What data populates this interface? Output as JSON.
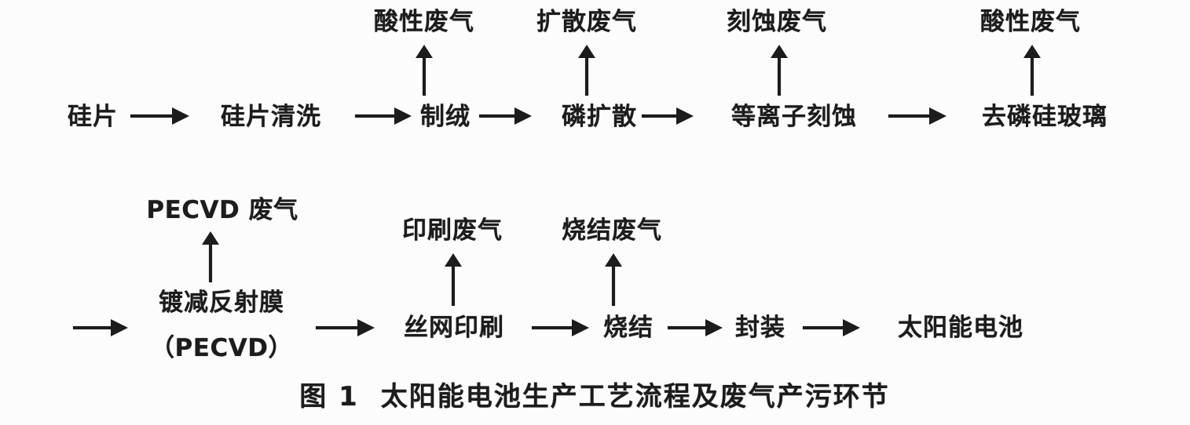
{
  "figure": {
    "type": "process-flow-diagram",
    "caption": {
      "label": "图 1",
      "title": "太阳能电池生产工艺流程及废气产污环节"
    },
    "colors": {
      "background": "#fcfcfc",
      "ink": "#1c1c1c"
    }
  },
  "flow": {
    "row1": {
      "steps": [
        {
          "label": "硅片"
        },
        {
          "label": "硅片清洗"
        },
        {
          "label": "制绒",
          "emission": "酸性废气"
        },
        {
          "label": "磷扩散",
          "emission": "扩散废气"
        },
        {
          "label": "等离子刻蚀",
          "emission": "刻蚀废气"
        },
        {
          "label": "去磷硅玻璃",
          "emission": "酸性废气"
        }
      ]
    },
    "row2": {
      "steps": [
        {
          "label": "镀减反射膜",
          "sublabel": "（PECVD）",
          "emission": "PECVD 废气"
        },
        {
          "label": "丝网印刷",
          "emission": "印刷废气"
        },
        {
          "label": "烧结",
          "emission": "烧结废气"
        },
        {
          "label": "封装"
        },
        {
          "label": "太阳能电池"
        }
      ]
    }
  }
}
